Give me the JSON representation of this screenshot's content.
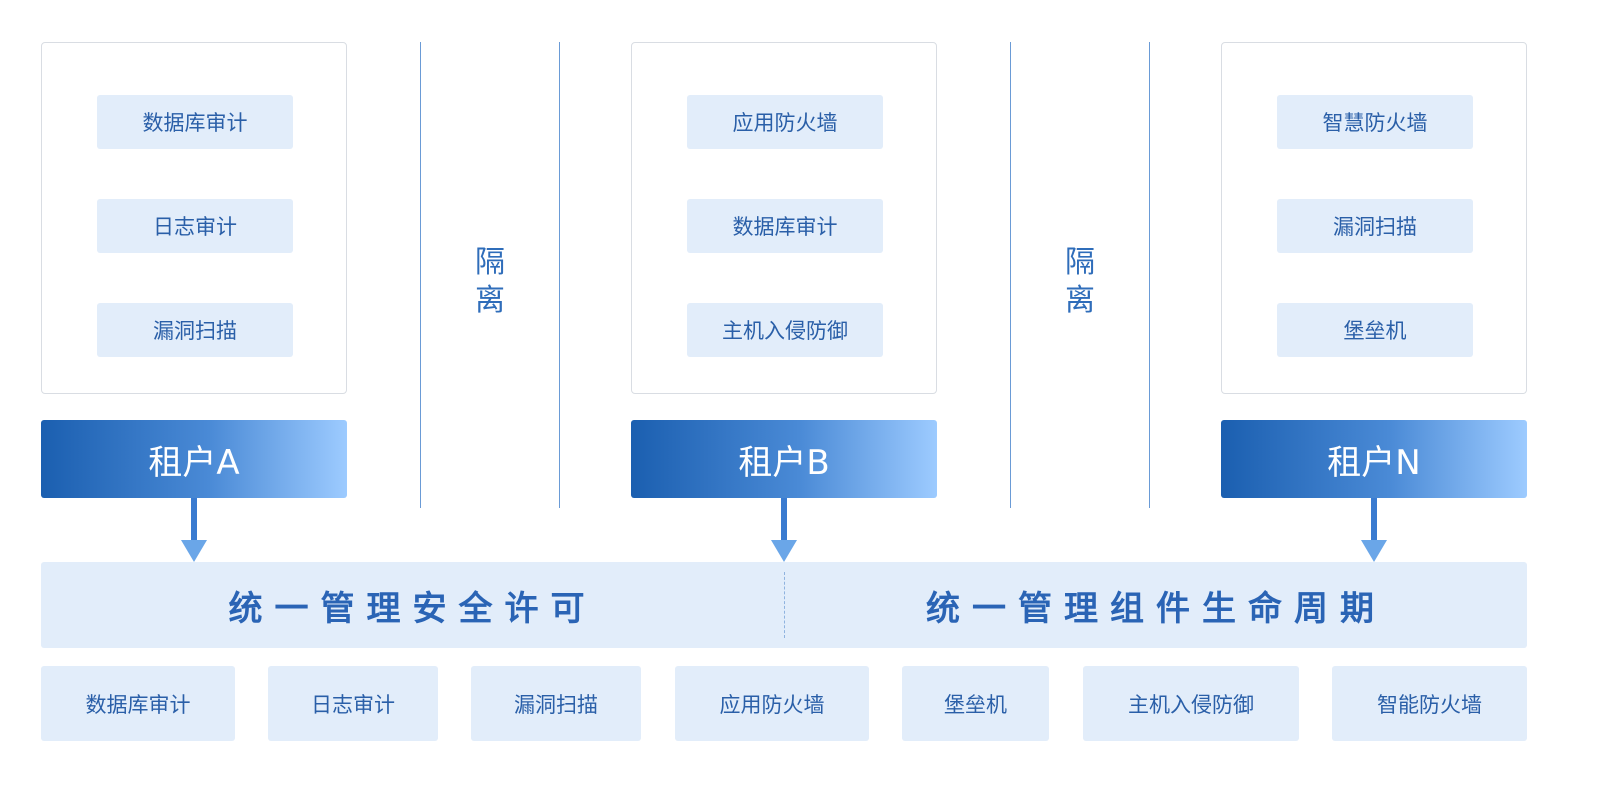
{
  "colors": {
    "chip_background": "#e2edfa",
    "text_blue": "#2a5fa8",
    "header_gradient_start": "#1b5fb0",
    "header_gradient_end": "#9dcbff",
    "divider_line": "#6a9bd6"
  },
  "tenants": [
    {
      "name": "租户A",
      "services": [
        "数据库审计",
        "日志审计",
        "漏洞扫描"
      ]
    },
    {
      "name": "租户B",
      "services": [
        "应用防火墙",
        "数据库审计",
        "主机入侵防御"
      ]
    },
    {
      "name": "租户N",
      "services": [
        "智慧防火墙",
        "漏洞扫描",
        "堡垒机"
      ]
    }
  ],
  "isolation_labels": [
    "隔\n离",
    "隔\n离"
  ],
  "management": {
    "left": "统一管理安全许可",
    "right": "统一管理组件生命周期"
  },
  "modules": [
    "数据库审计",
    "日志审计",
    "漏洞扫描",
    "应用防火墙",
    "堡垒机",
    "主机入侵防御",
    "智能防火墙"
  ],
  "icons": [
    "arrow-down-icon"
  ]
}
